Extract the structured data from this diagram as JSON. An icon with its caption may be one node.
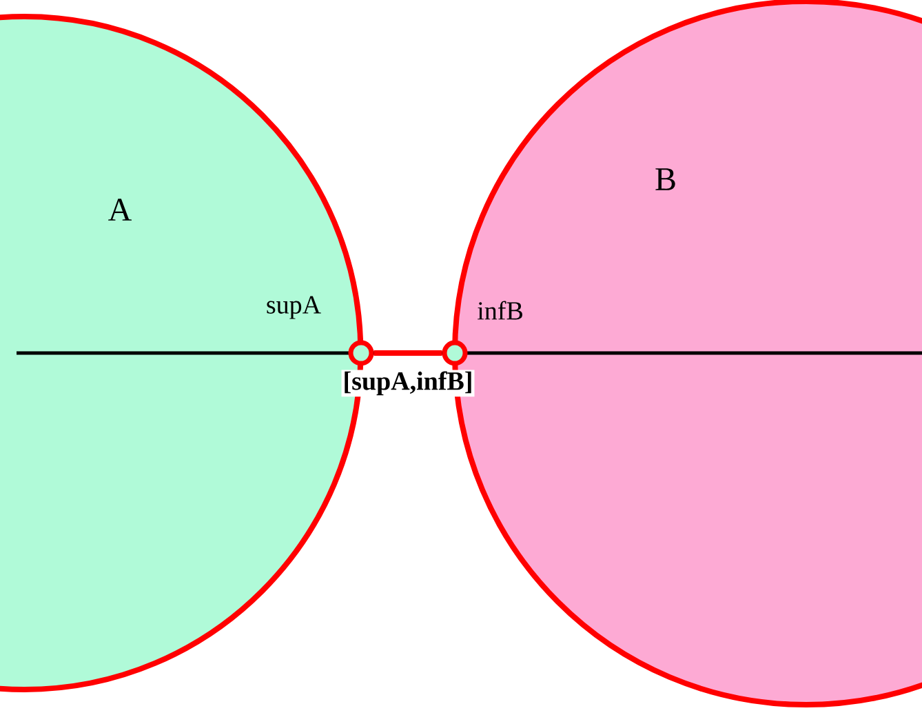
{
  "diagram": {
    "nodes": [
      {
        "text": [
          "A"
        ]
      },
      {
        "text": [
          "B"
        ]
      },
      {
        "text": [],
        "shape": "circle"
      },
      {
        "text": [],
        "shape": "circle"
      }
    ],
    "edges": [
      {
        "from": 2,
        "to": 3,
        "arrow": "none",
        "label": "[supA,infB]"
      }
    ],
    "labels": [
      "supA",
      "infB"
    ]
  }
}
